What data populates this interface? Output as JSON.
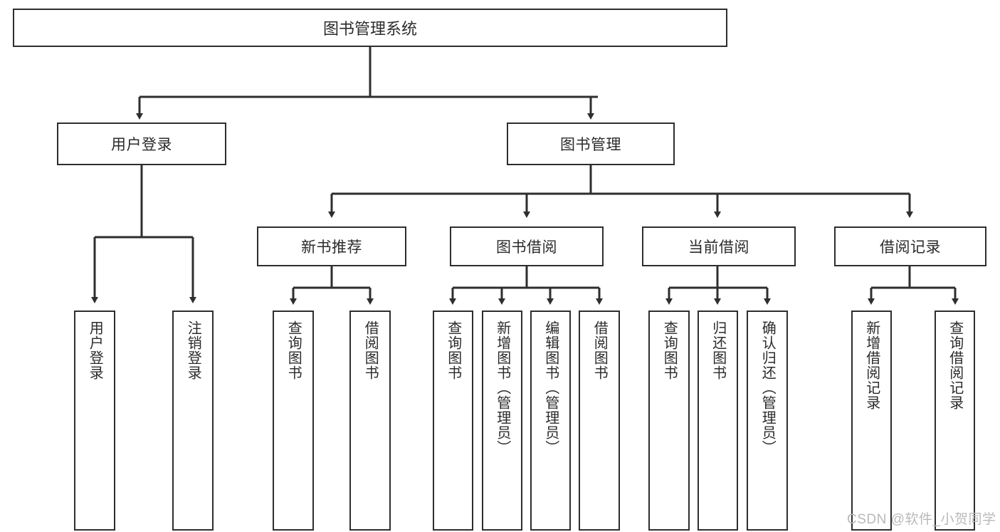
{
  "diagram": {
    "title": "图书管理系统",
    "type": "tree",
    "root": {
      "label": "图书管理系统"
    },
    "level1": [
      {
        "label": "用户登录"
      },
      {
        "label": "图书管理"
      }
    ],
    "level2": [
      {
        "label": "新书推荐"
      },
      {
        "label": "图书借阅"
      },
      {
        "label": "当前借阅"
      },
      {
        "label": "借阅记录"
      }
    ],
    "leaves": {
      "user_login": [
        {
          "label": "用户登录"
        },
        {
          "label": "注销登录"
        }
      ],
      "new_book_recommend": [
        {
          "label": "查询图书"
        },
        {
          "label": "借阅图书"
        }
      ],
      "book_borrow": [
        {
          "label": "查询图书"
        },
        {
          "label": "新增图书（管理员）"
        },
        {
          "label": "编辑图书（管理员）"
        },
        {
          "label": "借阅图书"
        }
      ],
      "current_borrow": [
        {
          "label": "查询图书"
        },
        {
          "label": "归还图书"
        },
        {
          "label": "确认归还（管理员）"
        }
      ],
      "borrow_record": [
        {
          "label": "新增借阅记录"
        },
        {
          "label": "查询借阅记录"
        }
      ]
    }
  },
  "watermark": {
    "text": "CSDN @软件_小贺同学"
  },
  "colors": {
    "stroke": "#2e2e2e",
    "text": "#2b2b2b",
    "background": "#ffffff",
    "watermark": "#b9b9b9"
  }
}
